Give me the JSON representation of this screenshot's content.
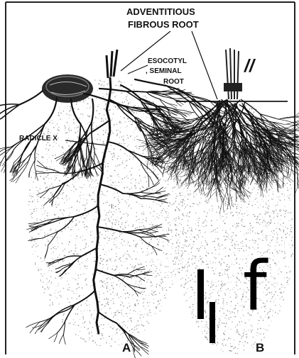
{
  "labels": {
    "adventitious_line1": "ADVENTITIOUS",
    "adventitious_line2": "FIBROUS ROOT",
    "esocotyl_line1": "ESOCOTYL",
    "esocotyl_line2": ", SEMINAL",
    "esocotyl_line3": "ROOT",
    "radicle": "RADICLE X",
    "inner_mark": "I:-",
    "panel_a": "A",
    "panel_b": "B",
    "slash_mark": "//",
    "large_f": "f"
  },
  "colors": {
    "ink": "#111111",
    "soil_stipple": "#9a9a9a",
    "frame": "#222222"
  }
}
